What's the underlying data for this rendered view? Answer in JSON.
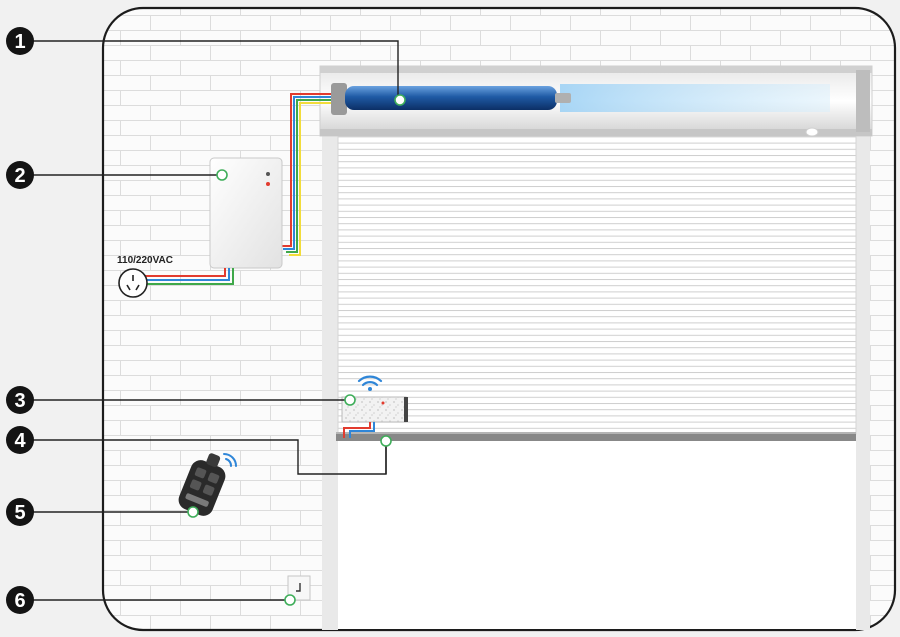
{
  "voltage_label": "110/220VAC",
  "callouts": [
    {
      "number": "1",
      "target": "tubular-motor"
    },
    {
      "number": "2",
      "target": "control-box"
    },
    {
      "number": "3",
      "target": "wireless-safety-edge-transmitter"
    },
    {
      "number": "4",
      "target": "bottom-bar-safety-edge"
    },
    {
      "number": "5",
      "target": "remote-control"
    },
    {
      "number": "6",
      "target": "wall-switch"
    }
  ],
  "colors": {
    "frame": "#1c1c1c",
    "motor": "#1f5aa5",
    "leader_dot": "#3fae5a",
    "wire_red": "#e23b2e",
    "wire_blue": "#2f86d8",
    "wire_green": "#3fa84a",
    "wire_yellow": "#f2dc3a"
  }
}
